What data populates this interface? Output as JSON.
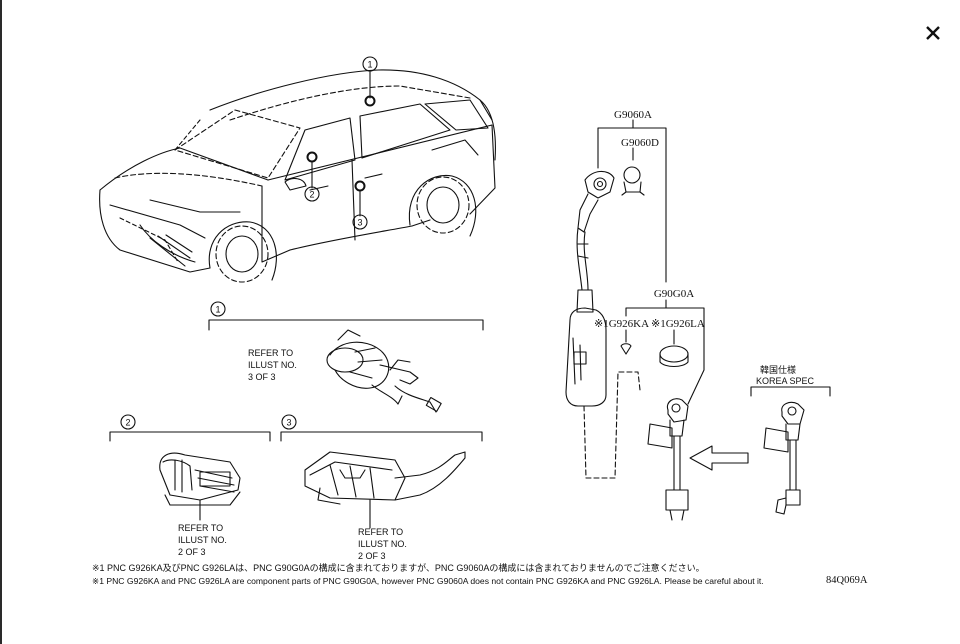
{
  "window": {
    "close_symbol": "✕"
  },
  "callouts": {
    "c1": "1",
    "c2": "2",
    "c3": "3"
  },
  "parts": {
    "g9060a": "G9060A",
    "g9060d": "G9060D",
    "g90g0a": "G90G0A",
    "g926ka": "※1G926KA",
    "g926la": "※1G926LA"
  },
  "korea": {
    "jp": "韓国仕様",
    "en": "KOREA SPEC"
  },
  "refs": {
    "ref1": [
      "REFER TO",
      "ILLUST NO.",
      "3 OF 3"
    ],
    "ref2": [
      "REFER TO",
      "ILLUST NO.",
      "2 OF 3"
    ],
    "ref3": [
      "REFER TO",
      "ILLUST NO.",
      "2 OF 3"
    ]
  },
  "footnotes": {
    "jp": "※1 PNC G926KA及びPNC G926LAは、PNC G90G0Aの構成に含まれておりますが、PNC G9060Aの構成には含まれておりませんのでご注意ください。",
    "en": "※1 PNC G926KA and PNC G926LA are component parts of PNC G90G0A, however PNC G9060A does not contain PNC G926KA and PNC G926LA. Please be careful about it."
  },
  "illustration_code": "84Q069A"
}
